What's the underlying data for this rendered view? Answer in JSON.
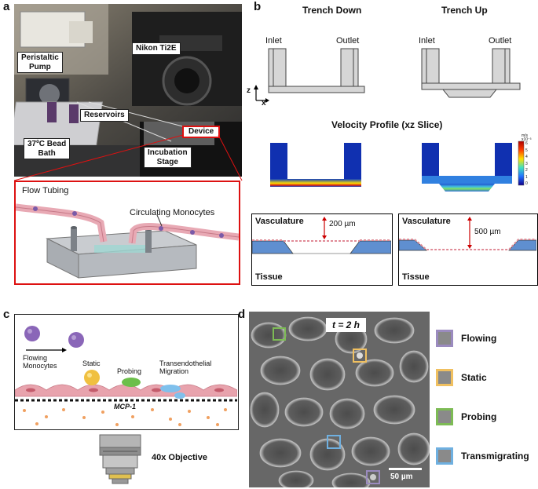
{
  "panels": {
    "a": "a",
    "b": "b",
    "c": "c",
    "d": "d"
  },
  "panel_a": {
    "photo_labels": {
      "pump": "Peristaltic\nPump",
      "microscope": "Nikon Ti2E",
      "reservoirs": "Reservoirs",
      "bath": "37ºC Bead\nBath",
      "device": "Device",
      "stage": "Incubation\nStage"
    },
    "schematic": {
      "flow_tubing": "Flow Tubing",
      "monocytes": "Circulating Monocytes"
    }
  },
  "panel_b": {
    "trench_down": "Trench Down",
    "trench_up": "Trench Up",
    "inlet": "Inlet",
    "outlet": "Outlet",
    "axis_z": "z",
    "axis_x": "x",
    "velocity_title": "Velocity Profile (xz Slice)",
    "colorbar_unit": "m/s",
    "colorbar_exp": "x10⁻³",
    "colorbar_ticks": [
      "6",
      "5",
      "4",
      "3",
      "2",
      "1",
      "0"
    ],
    "vasculature": "Vasculature",
    "tissue": "Tissue",
    "gap_left": "200 µm",
    "gap_right": "500 µm"
  },
  "panel_c": {
    "flowing": "Flowing\nMonocytes",
    "static": "Static",
    "probing": "Probing",
    "transendothelial": "Transendothelial\nMigration",
    "mcp1": "MCP-1",
    "objective": "40x Objective"
  },
  "panel_d": {
    "time_label": "t = 2 h",
    "scale": "50 µm",
    "legend": [
      {
        "label": "Flowing",
        "color": "#9b8bbf"
      },
      {
        "label": "Static",
        "color": "#f0c060"
      },
      {
        "label": "Probing",
        "color": "#7dbb55"
      },
      {
        "label": "Transmigrating",
        "color": "#6fb0e0"
      }
    ]
  }
}
